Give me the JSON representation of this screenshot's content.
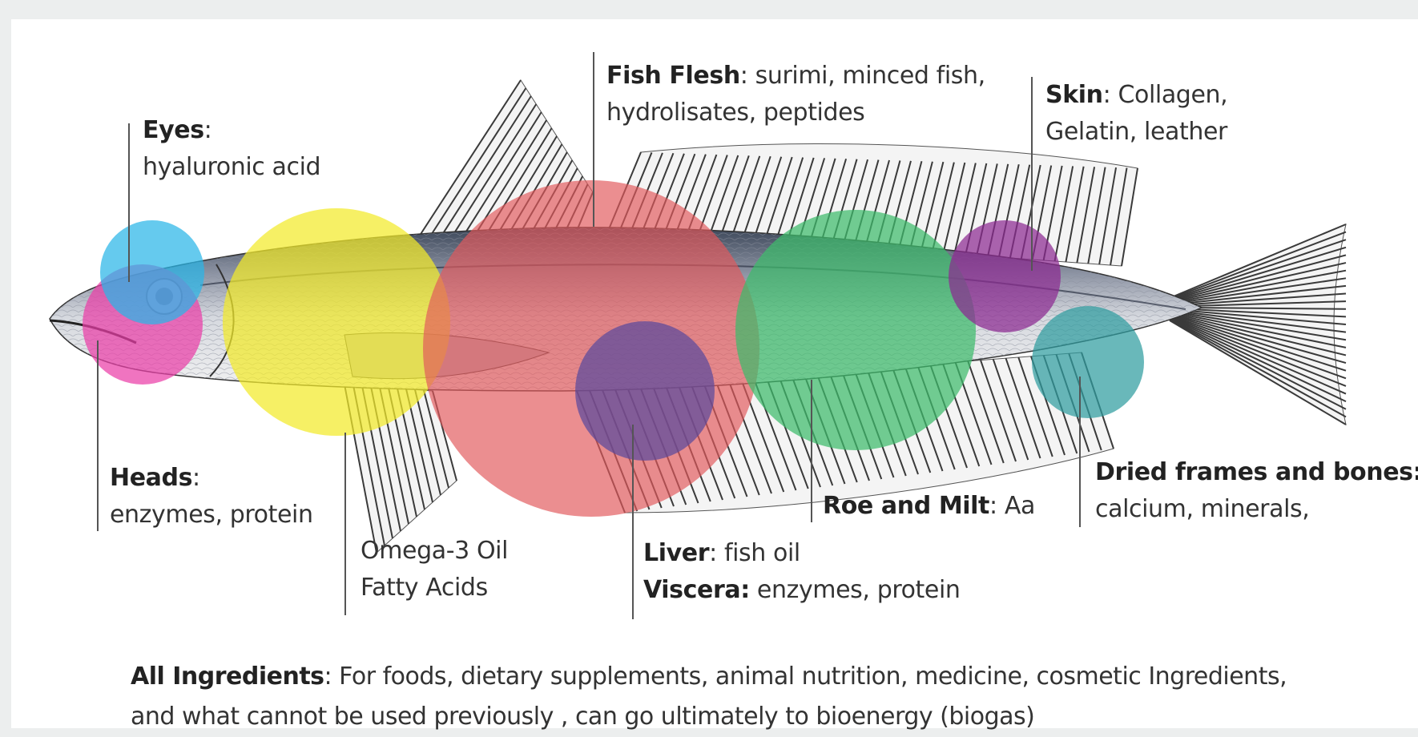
{
  "labels": {
    "eyes": {
      "title": "Eyes",
      "sep": ":",
      "desc": "hyaluronic acid"
    },
    "heads": {
      "title": "Heads",
      "sep": ":",
      "desc": "enzymes, protein"
    },
    "omega": {
      "line1": "Omega-3 Oil",
      "line2": "Fatty Acids"
    },
    "flesh": {
      "title": "Fish Flesh",
      "desc1": ": surimi, minced fish,",
      "desc2": "hydrolisates, peptides"
    },
    "skin": {
      "title": "Skin",
      "desc1": ": Collagen,",
      "desc2": "Gelatin, leather"
    },
    "liver": {
      "title": "Liver",
      "desc": ": fish oil"
    },
    "viscera": {
      "title": "Viscera:",
      "desc": " enzymes, protein"
    },
    "roe": {
      "title": "Roe and Milt",
      "desc": ": Aa"
    },
    "frames": {
      "title": "Dried frames and bones:",
      "desc": "calcium, minerals,"
    }
  },
  "footer": {
    "title": "All Ingredients",
    "line1": ": For foods, dietary supplements, animal nutrition, medicine, cosmetic Ingredients,",
    "line2": "and what cannot be used previously , can go ultimately to bioenergy (biogas)"
  },
  "colors": {
    "eyes": "#29b6e8",
    "heads": "#ea3fa8",
    "omega": "#f3ea2a",
    "flesh": "#e2585b",
    "liver": "#5a4a9c",
    "roe": "#3dbb6b",
    "skin": "#8c2a91",
    "bones": "#2f9da0",
    "fish_body": "#c9cdd6",
    "fish_dark": "#3f4a5e",
    "fin": "#6a6a6a"
  }
}
